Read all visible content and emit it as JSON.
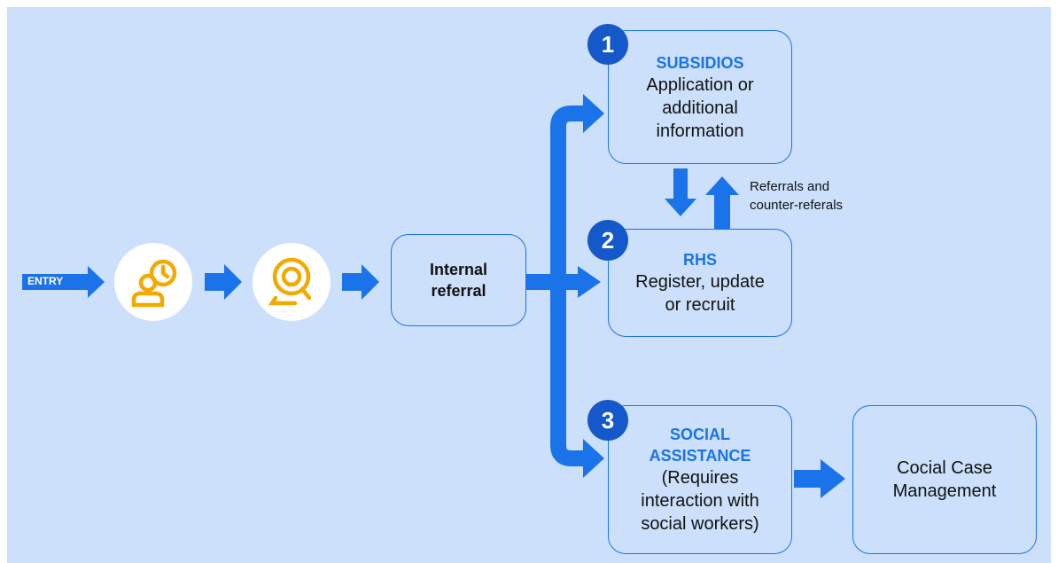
{
  "entry_label": "ENTRY",
  "internal_referral": "Internal\nreferral",
  "steps": [
    {
      "number": "1",
      "title": "SUBSIDIOS",
      "body": "Application or\nadditional\ninformation"
    },
    {
      "number": "2",
      "title": "RHS",
      "body": "Register, update\nor recruit"
    },
    {
      "number": "3",
      "title": "SOCIAL\nASSISTANCE",
      "body": "(Requires\ninteraction with\nsocial workers)"
    }
  ],
  "referrals_note": "Referrals and\ncounter-referals",
  "case_management": "Cocial Case\nManagement",
  "icons": [
    "person-clock-icon",
    "webcam-search-icon"
  ],
  "colors": {
    "background": "#cce0fb",
    "accent": "#1a73e8",
    "badge": "#1558c9",
    "icon": "#f2a900"
  }
}
